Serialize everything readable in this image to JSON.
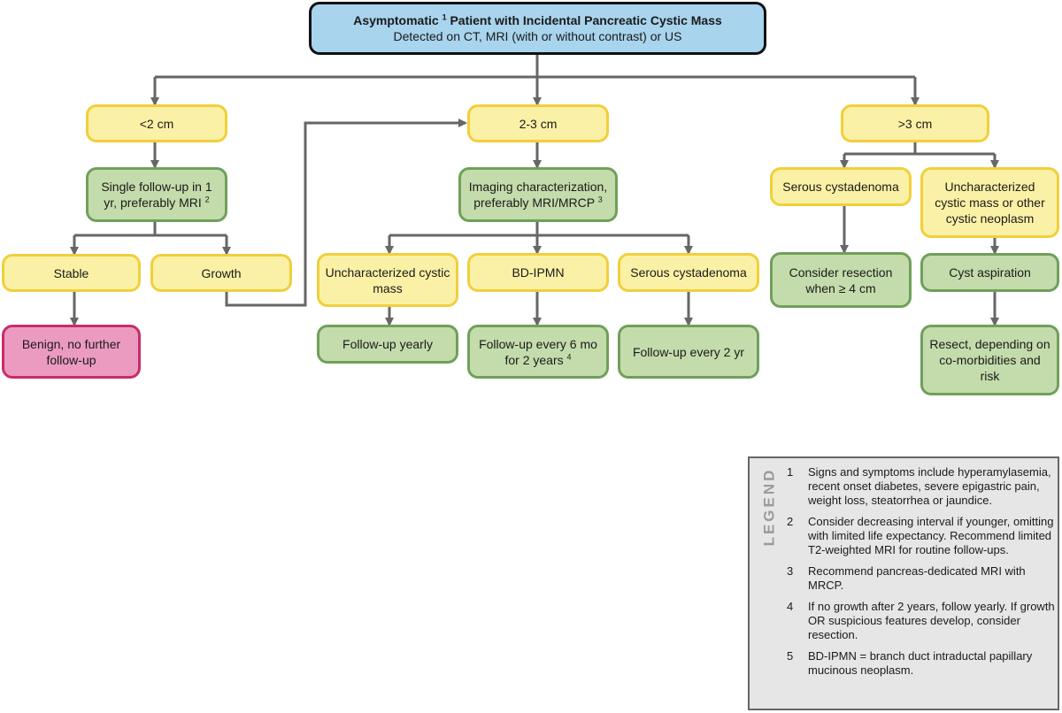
{
  "top": {
    "title_a": "Asymptomatic",
    "title_sup": "1",
    "title_b": "Patient with Incidental Pancreatic Cystic Mass",
    "subtitle": "Detected on CT, MRI (with or without contrast) or US"
  },
  "lt2": {
    "size": "<2 cm",
    "followup": "Single follow-up in 1 yr, preferably MRI",
    "followup_sup": "2",
    "stable": "Stable",
    "growth": "Growth",
    "benign": "Benign, no further follow-up"
  },
  "mid": {
    "size": "2-3 cm",
    "imaging": "Imaging characterization, preferably MRI/MRCP",
    "imaging_sup": "3",
    "unchar": "Uncharacterized cystic mass",
    "bdipmn": "BD-IPMN",
    "serous": "Serous cystadenoma",
    "fu_yearly": "Follow-up yearly",
    "fu_6mo": "Follow-up every 6 mo for 2 years",
    "fu_6mo_sup": "4",
    "fu_2yr": "Follow-up every 2 yr"
  },
  "gt3": {
    "size": ">3 cm",
    "serous": "Serous cystadenoma",
    "unchar": "Uncharacterized cystic mass or other cystic neoplasm",
    "consider": "Consider resection when ≥ 4 cm",
    "aspiration": "Cyst aspiration",
    "resect": "Resect, depending on co-morbidities and risk"
  },
  "legend": {
    "title": "LEGEND",
    "notes": [
      {
        "num": "1",
        "text": "Signs and symptoms include hyperamylasemia, recent onset diabetes, severe epigastric pain, weight loss, steatorrhea or jaundice."
      },
      {
        "num": "2",
        "text": "Consider decreasing interval if younger, omitting with limited life expectancy. Recommend limited T2-weighted MRI for routine follow-ups."
      },
      {
        "num": "3",
        "text": "Recommend pancreas-dedicated MRI with MRCP."
      },
      {
        "num": "4",
        "text": "If no growth after 2 years, follow yearly. If growth OR suspicious features develop, consider resection."
      },
      {
        "num": "5",
        "text": "BD-IPMN = branch duct intraductal papillary mucinous neoplasm."
      }
    ]
  },
  "colors": {
    "top_fill": "#a8d4ee",
    "yellow_fill": "#fbf1a6",
    "yellow_border": "#f1cf3c",
    "green_fill": "#c4dcac",
    "green_border": "#6fa05a",
    "pink_fill": "#ec9bc0",
    "pink_border": "#c92b6c",
    "connector": "#666666",
    "legend_fill": "#e6e6e6"
  }
}
